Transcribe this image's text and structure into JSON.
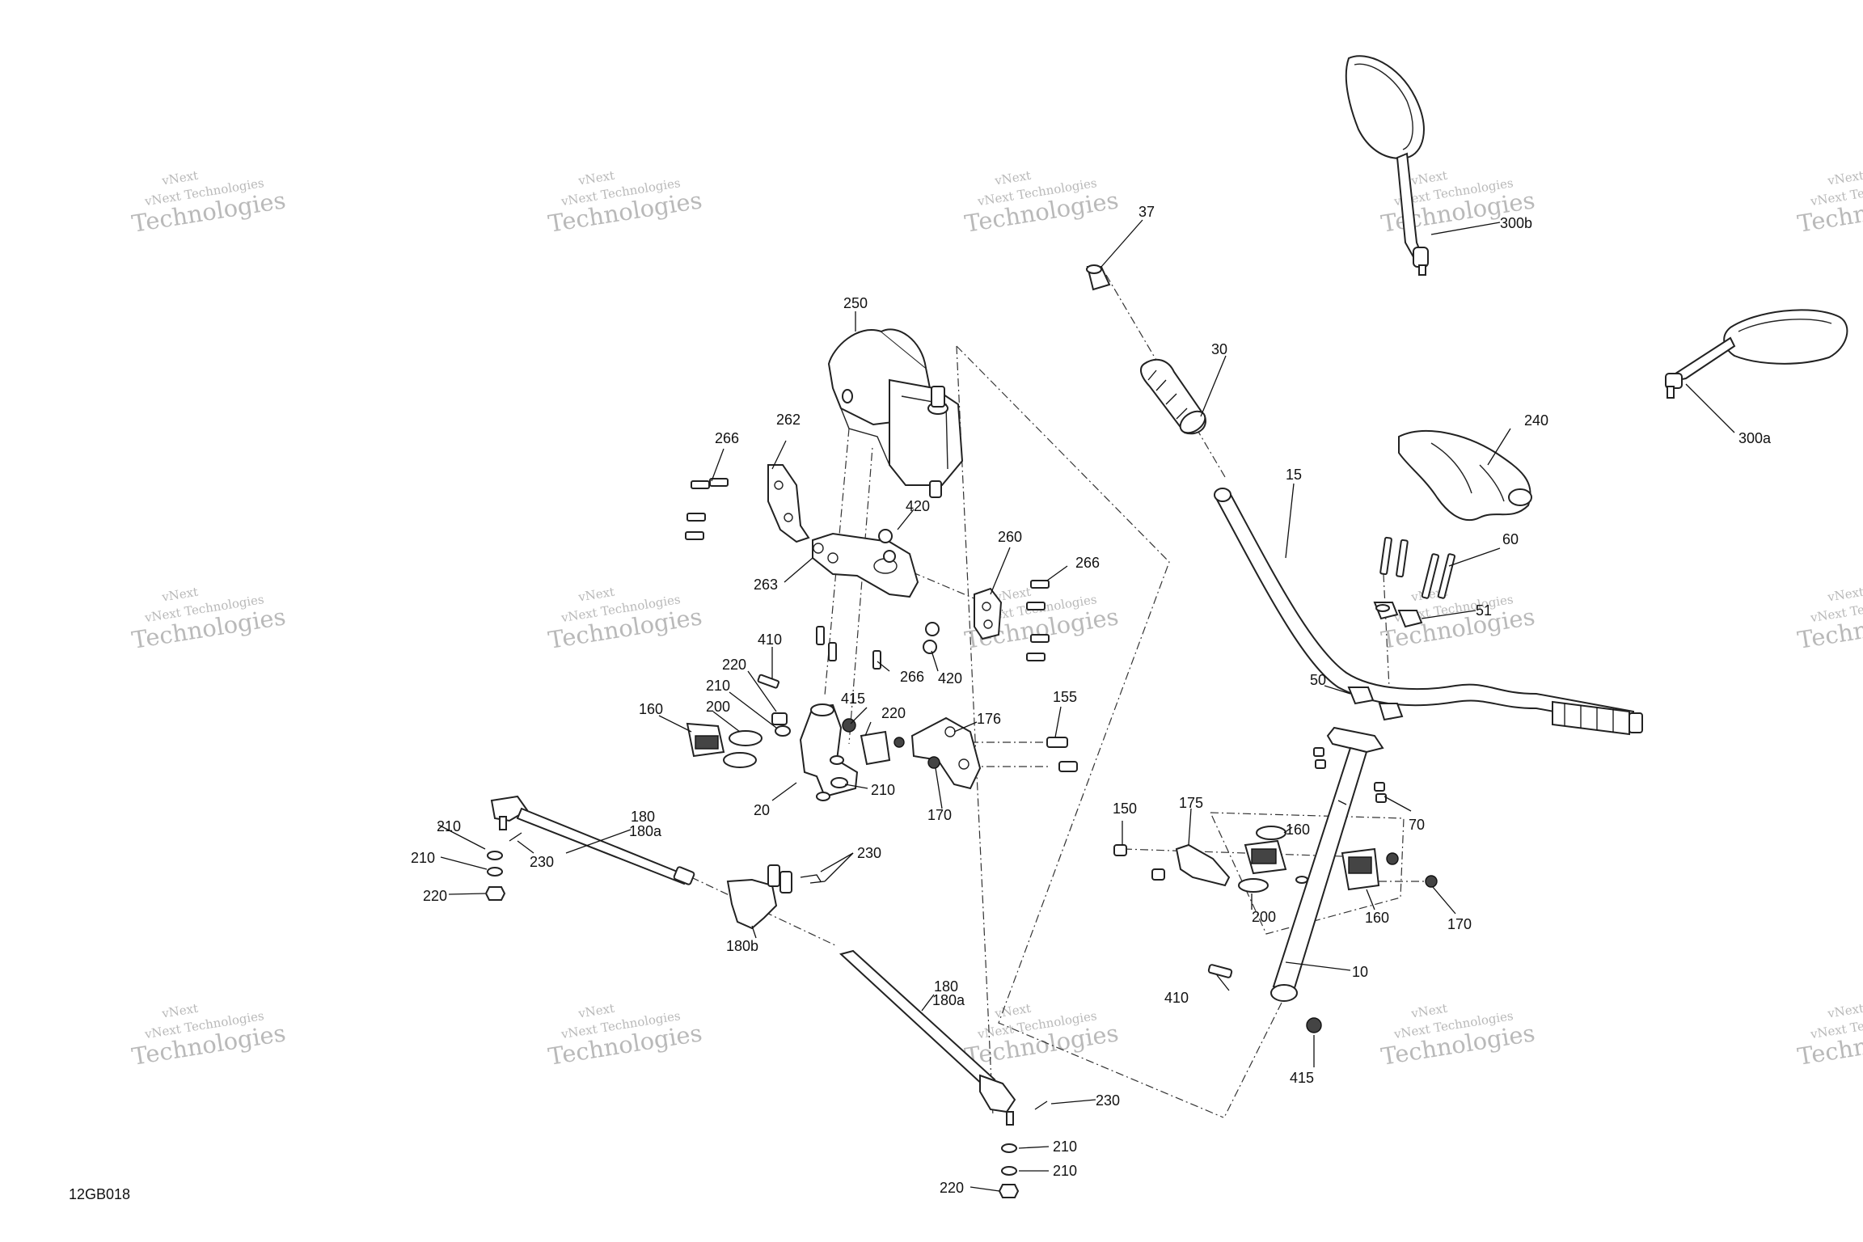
{
  "document_id": "12GB018",
  "watermark": {
    "line1": "vNext Technologies",
    "line2": "Technologies",
    "line0": "vNext"
  },
  "callouts": {
    "c10": "10",
    "c15": "15",
    "c20": "20",
    "c30": "30",
    "c37": "37",
    "c50": "50",
    "c51": "51",
    "c60": "60",
    "c70": "70",
    "c150": "150",
    "c155": "155",
    "c160_left": "160",
    "c160_right_top": "160",
    "c160_right_bottom": "160",
    "c170_left": "170",
    "c170_right": "170",
    "c175": "175",
    "c176": "176",
    "c180_left": "180",
    "c180a_left": "180a",
    "c180_bottom": "180",
    "c180a_bottom": "180a",
    "c180b": "180b",
    "c200_left": "200",
    "c200_right": "200",
    "c210_a": "210",
    "c210_b": "210",
    "c210_c": "210",
    "c210_d": "210",
    "c210_e": "210",
    "c210_f": "210",
    "c220_a": "220",
    "c220_b": "220",
    "c220_c": "220",
    "c220_d": "220",
    "c230_a": "230",
    "c230_b": "230",
    "c230_c": "230",
    "c240": "240",
    "c250": "250",
    "c260": "260",
    "c262": "262",
    "c263": "263",
    "c266_a": "266",
    "c266_b": "266",
    "c266_c": "266",
    "c300a": "300a",
    "c300b": "300b",
    "c410_a": "410",
    "c410_b": "410",
    "c415_a": "415",
    "c415_b": "415",
    "c420_a": "420",
    "c420_b": "420"
  }
}
